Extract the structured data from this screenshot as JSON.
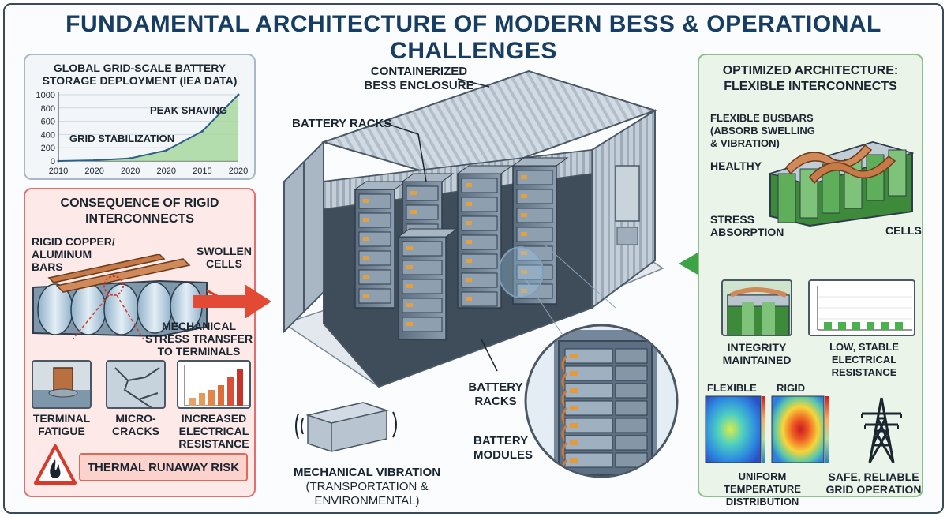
{
  "title": "FUNDAMENTAL ARCHITECTURE OF MODERN BESS & OPERATIONAL CHALLENGES",
  "chart": {
    "title_line1": "GLOBAL GRID-SCALE BATTERY",
    "title_line2": "STORAGE DEPLOYMENT (IEA DATA)",
    "annotation_peak": "PEAK SHAVING",
    "annotation_grid": "GRID STABILIZATION"
  },
  "chart_data": {
    "type": "area",
    "title": "GLOBAL GRID-SCALE BATTERY STORAGE DEPLOYMENT (IEA DATA)",
    "categories": [
      "2010",
      "2020",
      "2020",
      "2020",
      "2015",
      "2020"
    ],
    "values": [
      0,
      10,
      40,
      160,
      450,
      1000
    ],
    "ylim": [
      0,
      1000
    ],
    "yticks": [
      "1000",
      "800",
      "600",
      "400",
      "200",
      "0"
    ],
    "annotations": [
      "PEAK SHAVING",
      "GRID STABILIZATION"
    ],
    "grid": true,
    "fill_color": "#a8d8a0",
    "line_color": "#2c5f8a"
  },
  "rigid": {
    "title_line1": "CONSEQUENCE OF RIGID",
    "title_line2": "INTERCONNECTS",
    "bars_line1": "RIGID COPPER/",
    "bars_line2": "ALUMINUM",
    "bars_line3": "BARS",
    "swollen_line1": "SWOLLEN",
    "swollen_line2": "CELLS",
    "stress_line1": "MECHANICAL",
    "stress_line2": "STRESS TRANSFER",
    "stress_line3": "TO TERMINALS",
    "fatigue_line1": "TERMINAL",
    "fatigue_line2": "FATIGUE",
    "cracks_line1": "MICRO-",
    "cracks_line2": "CRACKS",
    "resistance_line1": "INCREASED",
    "resistance_line2": "ELECTRICAL",
    "resistance_line3": "RESISTANCE",
    "risk": "THERMAL RUNAWAY RISK"
  },
  "center": {
    "enclosure_line1": "CONTAINERIZED",
    "enclosure_line2": "BESS ENCLOSURE",
    "racks_top": "BATTERY RACKS",
    "racks_bottom_line1": "BATTERY",
    "racks_bottom_line2": "RACKS",
    "modules_line1": "BATTERY",
    "modules_line2": "MODULES",
    "vibration_line1": "MECHANICAL VIBRATION",
    "vibration_line2": "(TRANSPORTATION & ENVIRONMENTAL)"
  },
  "optimized": {
    "title_line1": "OPTIMIZED ARCHITECTURE:",
    "title_line2": "FLEXIBLE INTERCONNECTS",
    "busbars_line1": "FLEXIBLE BUSBARS",
    "busbars_line2": "(ABSORB SWELLING",
    "busbars_line3": "& VIBRATION)",
    "healthy": "HEALTHY",
    "stress_line1": "STRESS",
    "stress_line2": "ABSORPTION",
    "cells": "CELLS",
    "integrity_line1": "INTEGRITY",
    "integrity_line2": "MAINTAINED",
    "resistance_line1": "LOW, STABLE",
    "resistance_line2": "ELECTRICAL RESISTANCE",
    "flexible": "FLEXIBLE",
    "rigid": "RIGID",
    "uniform_line1": "UNIFORM TEMPERATURE",
    "uniform_line2": "DISTRIBUTION",
    "grid_line1": "SAFE, RELIABLE",
    "grid_line2": "GRID OPERATION"
  },
  "colors": {
    "title": "#173d63",
    "rigid_panel_bg": "#fde9e7",
    "rigid_panel_border": "#e07070",
    "optimized_panel_bg": "#eaf4e8",
    "optimized_panel_border": "#8cc08a",
    "copper": "#d08a5a",
    "cell_green": "#6fba6a",
    "container_gray": "#b8c4cf"
  }
}
